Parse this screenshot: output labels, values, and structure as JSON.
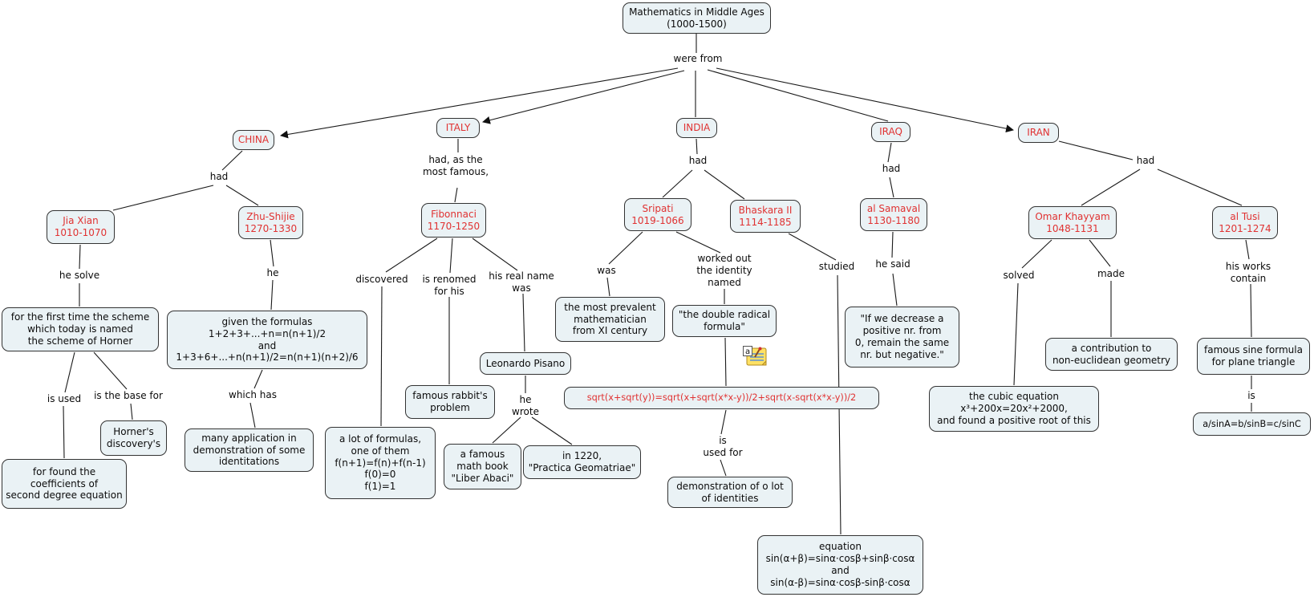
{
  "colors": {
    "accent_red": "#e03232",
    "box_fill": "#eaf2f5",
    "box_border": "#333333",
    "line": "#1a1a1a",
    "note_yellow": "#ffe164"
  },
  "nodes": {
    "title": "Mathematics in Middle Ages\n(1000-1500)",
    "china": "CHINA",
    "italy": "ITALY",
    "india": "INDIA",
    "iraq": "IRAQ",
    "iran": "IRAN",
    "jia_xian": "Jia Xian\n1010-1070",
    "zhu_shijie": "Zhu-Shijie\n1270-1330",
    "fibonnaci": "Fibonnaci\n1170-1250",
    "sripati": "Sripati\n1019-1066",
    "bhaskara": "Bhaskara II\n1114-1185",
    "al_samaval": "al Samaval\n1130-1180",
    "omar_khayyam": "Omar Khayyam\n1048-1131",
    "al_tusi": "al Tusi\n1201-1274",
    "horner_scheme": "for the first time the scheme\nwhich today is named\nthe scheme of Horner",
    "horners_discovery": "Horner's\ndiscovery's",
    "second_degree": "for found the\ncoefficients of\nsecond degree equation",
    "zhu_formulas": "given the formulas\n1+2+3+...+n=n(n+1)/2\nand\n1+3+6+...+n(n+1)/2=n(n+1)(n+2)/6",
    "many_application": "many application in\ndemonstration of some\nidentitations",
    "lot_of_formulas": "a lot of formulas,\none of them\nf(n+1)=f(n)+f(n-1)\nf(0)=0\nf(1)=1",
    "rabbit_problem": "famous rabbit's\nproblem",
    "leonardo_pisano": "Leonardo Pisano",
    "liber_abaci": "a famous\nmath book\n\"Liber Abaci\"",
    "practica": "in 1220,\n\"Practica Geomatriae\"",
    "prevalent": "the most prevalent\nmathematician\nfrom XI century",
    "double_radical": "\"the double radical\nformula\"",
    "sqrt_formula": "sqrt(x+sqrt(y))=sqrt(x+sqrt(x*x-y))/2+sqrt(x-sqrt(x*x-y))/2",
    "demonstration_identities": "demonstration of o lot\nof identities",
    "sin_equation": "equation\nsin(α+β)=sinα·cosβ+sinβ·cosα\nand\nsin(α-β)=sinα·cosβ-sinβ·cosα",
    "decrease_positive": "\"If we decrease a\npositive nr. from\n0, remain the same\nnr. but negative.\"",
    "cubic_equation": "the cubic equation\nx³+200x=20x²+2000,\nand found a positive root of this",
    "non_euclidean": "a contribution to\nnon-euclidean geometry",
    "sine_formula": "famous sine formula\nfor plane triangle",
    "sine_rule": "a/sinA=b/sinB=c/sinC"
  },
  "links": {
    "were_from": "were from",
    "china_had": "had",
    "italy_had": "had, as the\nmost famous,",
    "india_had": "had",
    "iraq_had": "had",
    "iran_had": "had",
    "he_solve": "he solve",
    "zhu_he": "he",
    "discovered": "discovered",
    "is_renomed": "is renomed\nfor his",
    "real_name": "his real name\nwas",
    "was": "was",
    "worked_out": "worked out\nthe identity\nnamed",
    "studied": "studied",
    "he_said": "he said",
    "solved": "solved",
    "made": "made",
    "works_contain": "his works\ncontain",
    "is_used": "is used",
    "is_base_for": "is the base for",
    "which_has": "which has",
    "he_wrote": "he\nwrote",
    "is_used_for": "is\nused for",
    "is": "is"
  },
  "icons": {
    "note_label": "a"
  }
}
